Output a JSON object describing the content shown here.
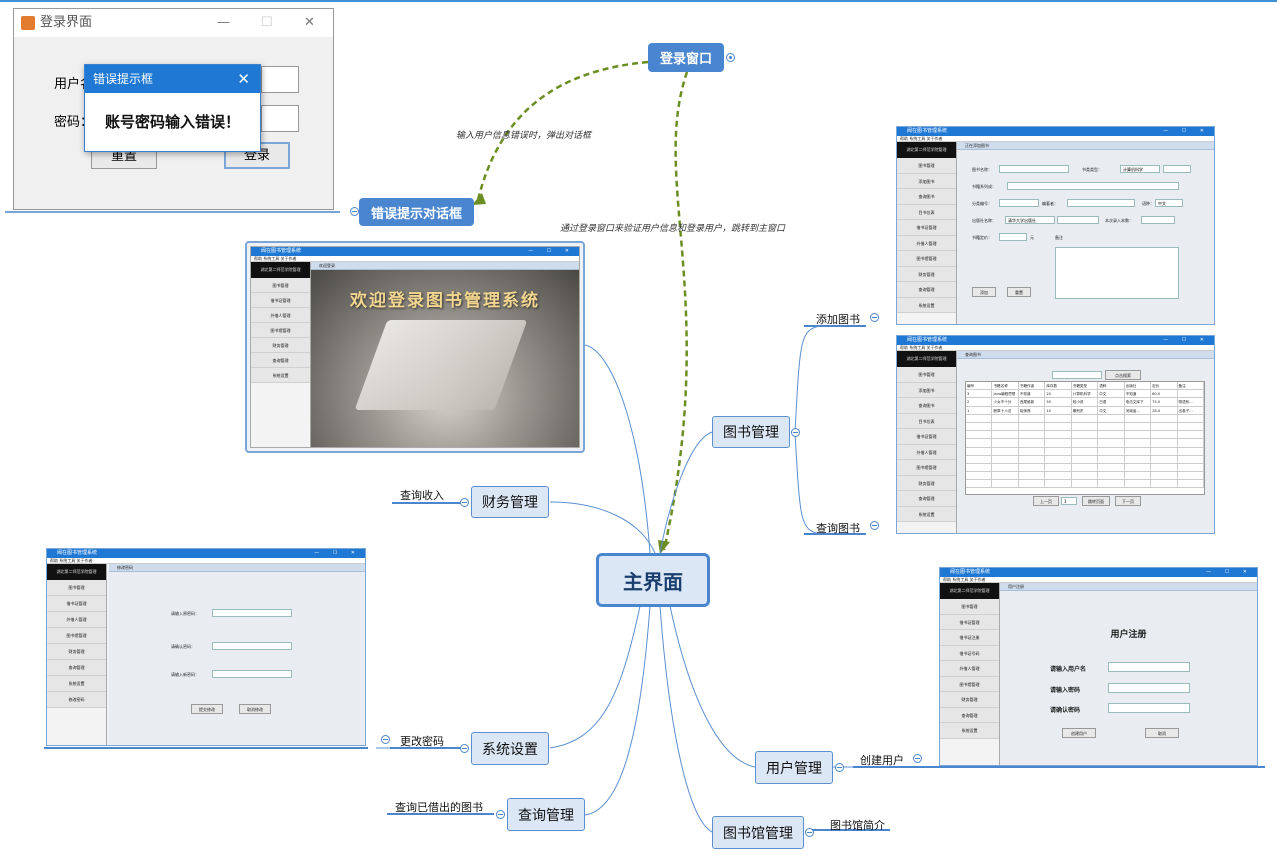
{
  "central": "主界面",
  "login_node": "登录窗口",
  "error_node": "错误提示对话框",
  "edge_label_error": "输入用户信息错误时，弹出对话框",
  "edge_label_main": "通过登录窗口来验证用户信息和登录用户，跳转到主窗口",
  "topics": {
    "books": "图书管理",
    "finance": "财务管理",
    "system": "系统设置",
    "query": "查询管理",
    "user": "用户管理",
    "library": "图书馆管理"
  },
  "subtopics": {
    "add_book": "添加图书",
    "query_book": "查询图书",
    "query_income": "查询收入",
    "change_password": "更改密码",
    "query_borrowed": "查询已借出的图书",
    "create_user": "创建用户",
    "library_intro": "图书馆简介"
  },
  "login_window": {
    "title": "登录界面",
    "username_label": "用户名：",
    "password_label": "密码：",
    "reset_button": "重置",
    "login_button": "登录"
  },
  "error_dialog": {
    "title": "错误提示框",
    "message": "账号密码输入错误！"
  },
  "app": {
    "title": "阀在图书管理系统",
    "menu": "帮助   系统工具   关于作者",
    "logo_text": "湖北第二师范学院管理",
    "welcome_tab": "欢迎登录",
    "welcome_text": "欢迎登录图书管理系统",
    "sidebar_main": [
      "图书管理",
      "借书证管理",
      "外借人管理",
      "图书馆管理",
      "财务管理",
      "查询管理",
      "系统设置"
    ],
    "sidebar_books": [
      "图书管理",
      "添加图书",
      "查询图书",
      "目书位表",
      "借书证管理",
      "外借人管理",
      "图书馆管理",
      "财务管理",
      "查询管理",
      "系统设置"
    ],
    "sidebar_system": [
      "图书管理",
      "借书证管理",
      "外借人管理",
      "图书馆管理",
      "财务管理",
      "查询管理",
      "系统设置",
      "修改密码"
    ],
    "sidebar_user": [
      "图书管理",
      "借书证管理",
      "借书证注册",
      "借书证号码",
      "外借人管理",
      "图书馆管理",
      "财务管理",
      "查询管理",
      "系统设置"
    ]
  },
  "add_book_form": {
    "tab": "正在添加图书",
    "book_name": "图书名称：",
    "book_type": "书类类型：",
    "type_value": "计算机科学",
    "series": "书籍系列成：",
    "category_no": "分类编号：",
    "editor": "编著者：",
    "language": "语种：",
    "language_value": "中文",
    "publisher": "出版社名称：",
    "publisher_value": "清华大学出版社",
    "copies": "本次录入本数：",
    "price": "书籍定价：",
    "unit": "元",
    "note": "备注",
    "add_button": "添加",
    "reset_button": "重置"
  },
  "query_book_form": {
    "tab": "查询图书",
    "search_button": "点击搜索",
    "headers": [
      "编号",
      "书籍名称",
      "书籍作者",
      "库存数",
      "书籍类型",
      "语种",
      "出版社",
      "定价",
      "备注"
    ],
    "rows": [
      [
        "3",
        "Java编程思想",
        "不知道",
        "20",
        "计算机科学",
        "中文",
        "不知道",
        "60.0",
        ""
      ],
      [
        "2",
        "少女不十分",
        "西尾维新",
        "50",
        "轻小说",
        "日语",
        "电击文库下",
        "75.0",
        "物语系..."
      ],
      [
        "1",
        "断章十六法",
        "晓师莲",
        "10",
        "暴刑史",
        "中文",
        "河南省...",
        "28.4",
        "出卷子..."
      ]
    ],
    "prev_button": "上一页",
    "page_no": "1",
    "jump_button": "跳转页面",
    "next_button": "下一页"
  },
  "password_form": {
    "tab": "修改密码",
    "original": "请输入原密码：",
    "confirm": "请确认密码：",
    "new": "请输入新密码：",
    "submit_button": "提交修改",
    "cancel_button": "取消修改"
  },
  "user_form": {
    "tab": "用户注册",
    "heading": "用户注册",
    "username": "请输入用户名",
    "password": "请输入密码",
    "confirm": "请确认密码",
    "create_button": "创建用户",
    "cancel_button": "取消"
  },
  "colors": {
    "accent": "#4a86cf",
    "connector": "#7aa5d8",
    "dashed": "#6b8e23",
    "titlebar": "#1e78d4"
  }
}
